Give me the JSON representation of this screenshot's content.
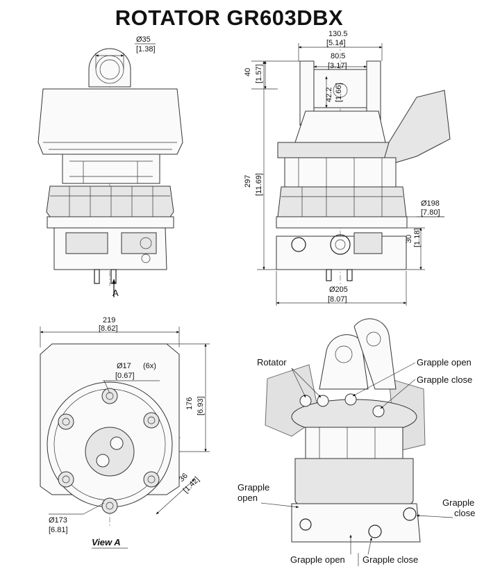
{
  "title": "ROTATOR  GR603DBX",
  "dimensions": {
    "pin_dia_mm": "Ø35",
    "pin_dia_in": "[1.38]",
    "width_top_mm": "130.5",
    "width_top_in": "[5.14]",
    "width_inner_mm": "80.5",
    "width_inner_in": "[3.17]",
    "link_h_mm": "42.2",
    "link_h_in": "[1.66]",
    "top_h_mm": "40",
    "top_h_in": "[1.57]",
    "total_h_mm": "297",
    "total_h_in": "[11.69]",
    "body_dia_mm": "Ø198",
    "body_dia_in": "[7.80]",
    "base_h_mm": "30",
    "base_h_in": "[1.18]",
    "base_dia_mm": "Ø205",
    "base_dia_in": "[8.07]",
    "width_bottom_mm": "219",
    "width_bottom_in": "[8.62]",
    "height_side_mm": "176",
    "height_side_in": "[6.93]",
    "hole_dia_mm": "Ø17",
    "hole_count": "(6x)",
    "hole_dia_in": "[0.67]",
    "bolt_circle_mm": "Ø173",
    "bolt_circle_in": "[6.81]",
    "offset_mm": "36",
    "offset_in": "[1.42]"
  },
  "labels": {
    "view_marker": "A",
    "view_a": "View A",
    "rotator": "Rotator",
    "grapple_open_top": "Grapple open",
    "grapple_close_top": "Grapple close",
    "grapple_open_left_1": "Grapple",
    "grapple_open_left_2": "open",
    "grapple_close_right_1": "Grapple",
    "grapple_close_right_2": "close",
    "grapple_open_bottom": "Grapple open",
    "grapple_close_bottom": "Grapple close"
  }
}
